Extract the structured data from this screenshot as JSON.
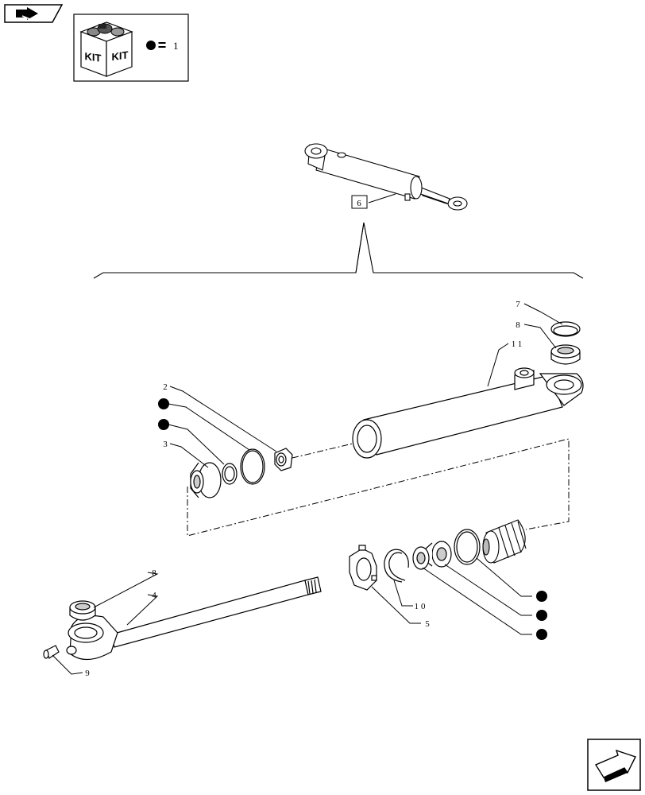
{
  "kit_legend": {
    "kit_label_left": "KIT",
    "kit_label_right": "KIT",
    "equals": "=",
    "value": "1"
  },
  "assembly_ref": "6",
  "callouts": {
    "c7": "7",
    "c8_top": "8",
    "c11": "11",
    "c2": "2",
    "c3": "3",
    "c8_left": "8",
    "c4": "4",
    "c9": "9",
    "c10": "10",
    "c5": "5"
  },
  "icons": {
    "top_left": "previous-page-icon",
    "bottom_right": "next-page-icon"
  }
}
